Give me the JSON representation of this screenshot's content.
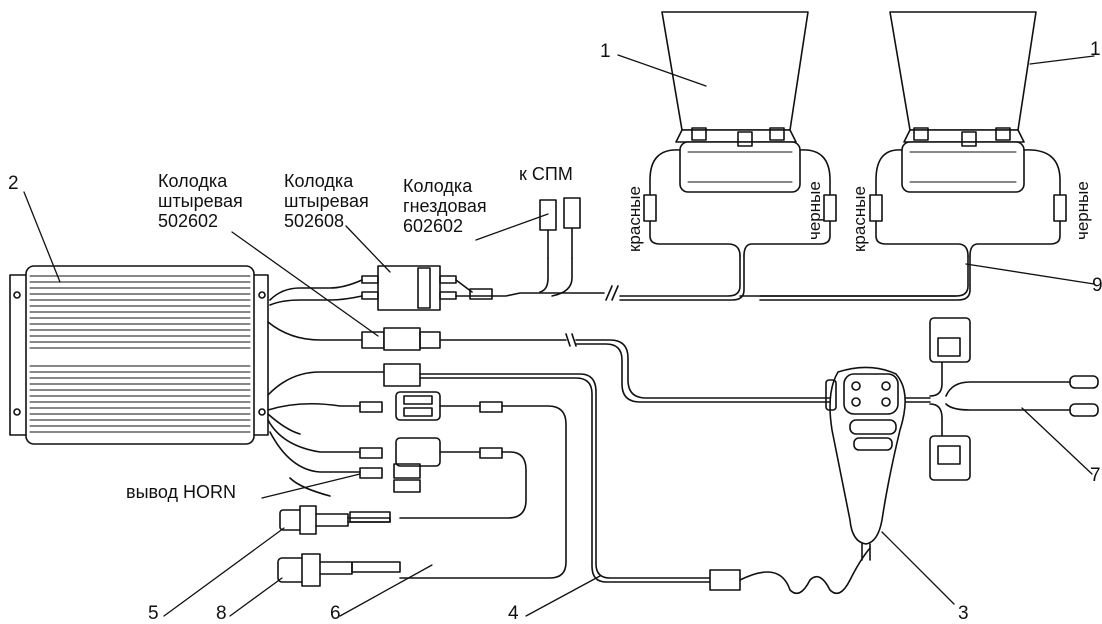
{
  "labels": {
    "plug_502602": "Колодка\nштыревая\n502602",
    "plug_502608": "Колодка\nштыревая\n502608",
    "socket_602602": "Колодка\nгнездовая\n602602",
    "to_spm": "к СПМ",
    "horn_output": "вывод HORN",
    "red": "красные",
    "black": "черные"
  },
  "callouts": {
    "n1a": "1",
    "n1b": "1",
    "n2": "2",
    "n3": "3",
    "n4": "4",
    "n5": "5",
    "n6": "6",
    "n7": "7",
    "n8": "8",
    "n9": "9"
  }
}
